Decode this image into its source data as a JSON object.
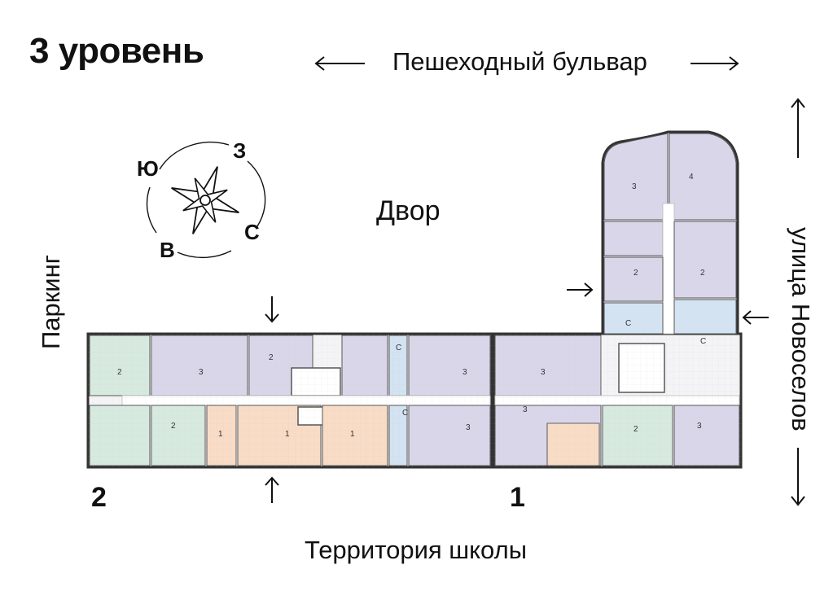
{
  "title": "3 уровень",
  "labels": {
    "top": "Пешеходный бульвар",
    "bottom": "Территория школы",
    "left": "Паркинг",
    "right": "улица Новоселов",
    "courtyard": "Двор"
  },
  "sections": [
    "2",
    "1"
  ],
  "compass": {
    "north": "С",
    "south": "Ю",
    "west": "З",
    "east": "В"
  },
  "apartments": {
    "left_section": [
      "2",
      "3",
      "2",
      "C",
      "3",
      "2",
      "1",
      "1",
      "1",
      "3"
    ],
    "right_section": [
      "3",
      "C",
      "3",
      "2",
      "3",
      "4",
      "3",
      "2",
      "2",
      "C",
      "C"
    ]
  },
  "colors": {
    "purple": "#d9d6ea",
    "green": "#d7eadf",
    "orange": "#f8dcc6",
    "blue": "#d3e3f1",
    "wall": "#333333"
  }
}
